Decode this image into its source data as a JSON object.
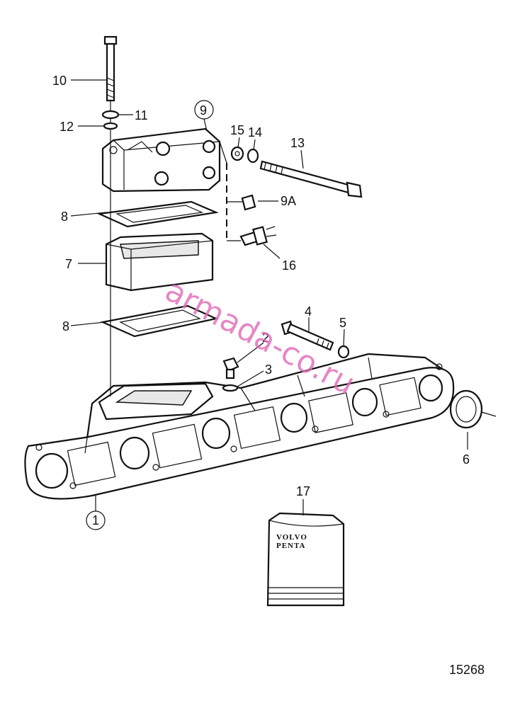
{
  "callouts": {
    "c1": "1",
    "c2": "2",
    "c3": "3",
    "c4": "4",
    "c5": "5",
    "c6": "6",
    "c7": "7",
    "c8a": "8",
    "c8b": "8",
    "c9": "9",
    "c9a": "9A",
    "c10": "10",
    "c11": "11",
    "c12": "12",
    "c13": "13",
    "c14": "14",
    "c15": "15",
    "c16": "16",
    "c17": "17"
  },
  "manual_label": {
    "line1": "VOLVO",
    "line2": "PENTA"
  },
  "drawing_number": "15268",
  "watermark": "armada-co.ru"
}
